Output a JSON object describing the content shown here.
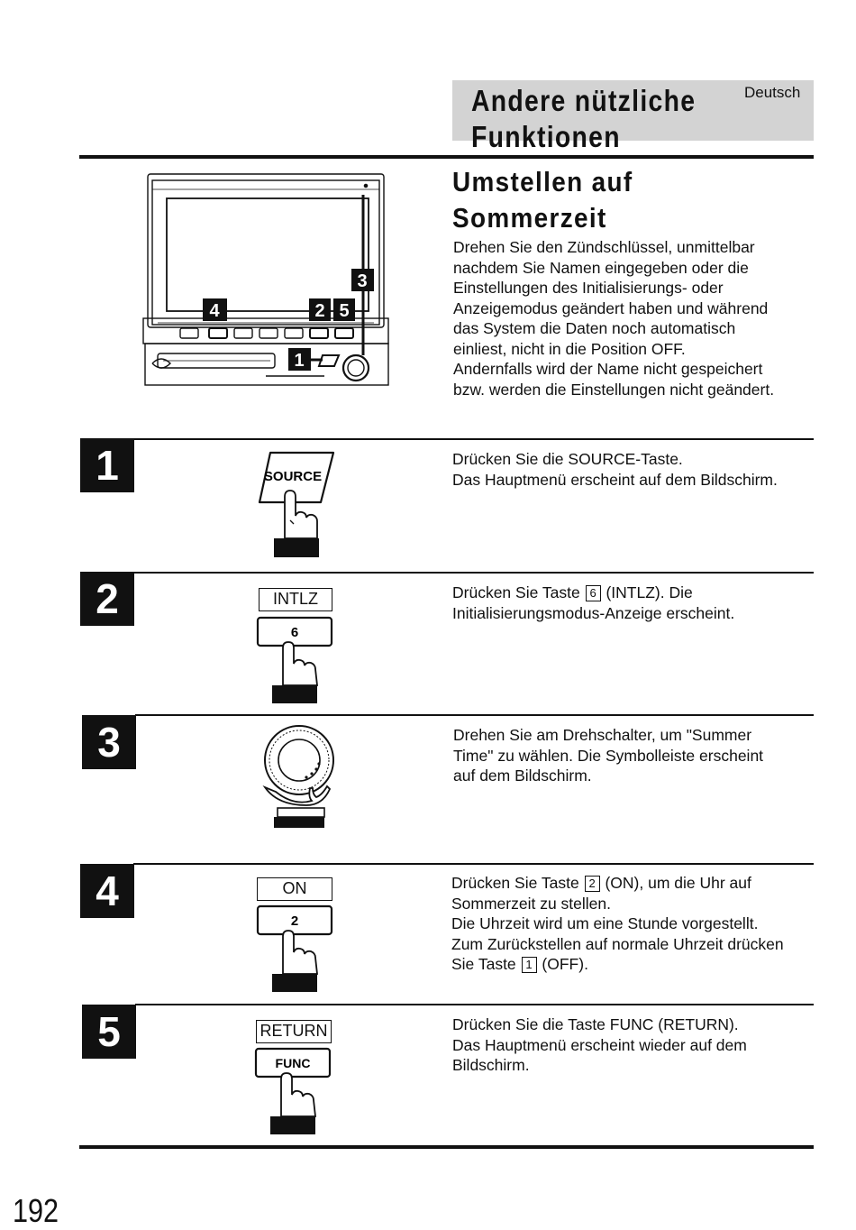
{
  "header": {
    "title_line1": "Andere nützliche",
    "title_line2": "Funktionen",
    "language": "Deutsch"
  },
  "section": {
    "title_line1": "Umstellen auf",
    "title_line2": "Sommerzeit",
    "intro_lines": [
      "Drehen Sie den Zündschlüssel, unmittelbar",
      "nachdem Sie Namen eingegeben oder die",
      "Einstellungen des Initialisierungs- oder",
      "Anzeigemodus geändert haben und während",
      "das System die Daten noch automatisch",
      "einliest, nicht in die Position OFF.",
      "Andernfalls wird der Name nicht gespeichert",
      "bzw. werden die Einstellungen nicht geändert."
    ]
  },
  "device_callouts": [
    "4",
    "2",
    "5",
    "3",
    "1"
  ],
  "steps": [
    {
      "number": "1",
      "key": "SOURCE",
      "lines": [
        "Drücken Sie die SOURCE-Taste.",
        "Das Hauptmenü erscheint auf dem Bildschirm."
      ]
    },
    {
      "number": "2",
      "label": "INTLZ",
      "key": "6",
      "line1_pre": "Drücken Sie Taste",
      "line1_box": "6",
      "line1_post": "(INTLZ). Die",
      "line2": "Initialisierungsmodus-Anzeige erscheint."
    },
    {
      "number": "3",
      "lines": [
        "Drehen Sie am Drehschalter, um \"Summer",
        "Time\" zu wählen. Die Symbolleiste erscheint",
        "auf dem Bildschirm."
      ]
    },
    {
      "number": "4",
      "label": "ON",
      "key": "2",
      "line1_pre": "Drücken Sie Taste",
      "line1_box": "2",
      "line1_post": "(ON), um die Uhr auf",
      "line2": "Sommerzeit zu stellen.",
      "line3": "Die Uhrzeit wird um eine Stunde vorgestellt.",
      "line4": "Zum Zurückstellen auf normale Uhrzeit drücken",
      "line5_pre": "Sie Taste",
      "line5_box": "1",
      "line5_post": "(OFF)."
    },
    {
      "number": "5",
      "label": "RETURN",
      "key": "FUNC",
      "lines": [
        "Drücken Sie die Taste FUNC (RETURN).",
        "Das Hauptmenü erscheint wieder auf dem",
        "Bildschirm."
      ]
    }
  ],
  "page_number": "192"
}
